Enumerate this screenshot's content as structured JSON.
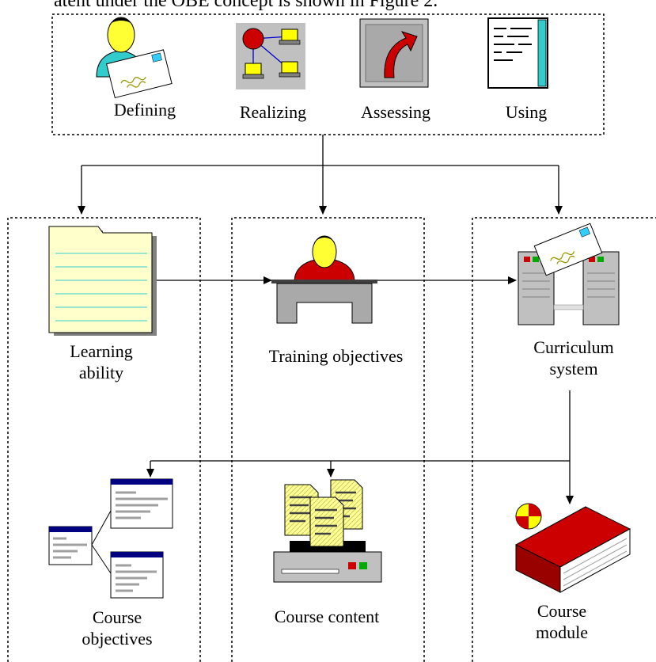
{
  "caption_fragment": "atent under the OBE concept is shown in Figure 2.",
  "phases": {
    "defining": "Defining",
    "realizing": "Realizing",
    "assessing": "Assessing",
    "using": "Using"
  },
  "nodes": {
    "learning_ability_1": "Learning",
    "learning_ability_2": "ability",
    "training_objectives": "Training objectives",
    "curriculum_system_1": "Curriculum",
    "curriculum_system_2": "system",
    "course_objectives_1": "Course",
    "course_objectives_2": "objectives",
    "course_content": "Course content",
    "course_module_1": "Course",
    "course_module_2": "module"
  },
  "icons": [
    "person-with-letter-icon",
    "network-icon",
    "arrow-up-icon",
    "document-scroll-icon",
    "notepad-icon",
    "person-at-desk-icon",
    "server-with-letter-icon",
    "document-windows-icon",
    "printer-documents-icon",
    "book-icon"
  ]
}
